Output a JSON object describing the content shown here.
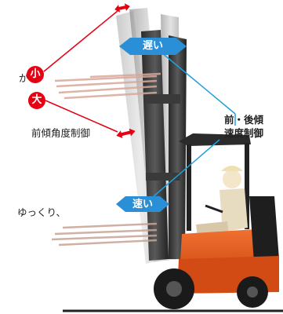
{
  "texts": {
    "partial_ga": "が",
    "small": "小",
    "large": "大",
    "tilt_angle_control": "前傾角度制御",
    "slow": "遅い",
    "fast": "速い",
    "speed_control_line1": "前・後傾",
    "speed_control_line2": "速度制御",
    "partial_slowly": "ゆっくり、"
  },
  "colors": {
    "accent_red": "#e60012",
    "accent_blue": "#1ea0dc",
    "label_blue": "#2a8fd6",
    "forklift_orange": "#e05a1c"
  },
  "icons": {
    "tilt_arrow": "double-arrow-icon",
    "speed_arrow": "double-arrow-icon"
  }
}
